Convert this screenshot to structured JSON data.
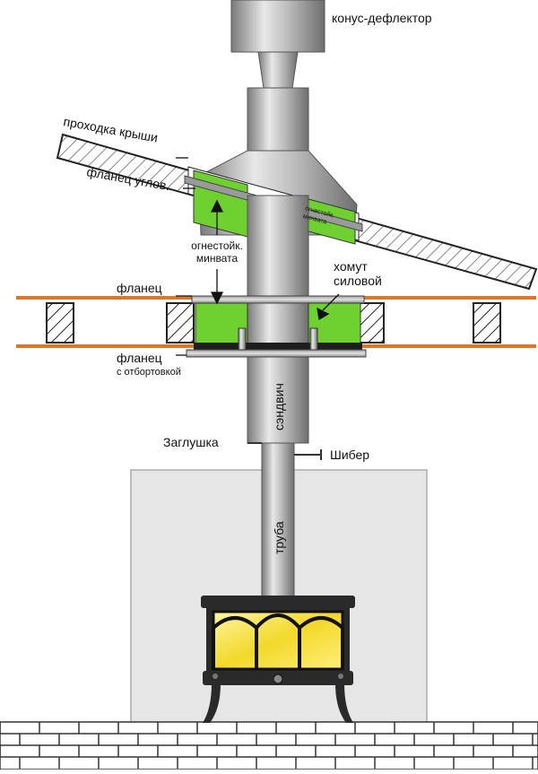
{
  "labels": {
    "cone_deflector": "конус-дефлектор",
    "roof_pass_line1": "проходка",
    "roof_pass_line2": "крыши",
    "angle_flange": "фланец углов.",
    "fire_wool_roof_line1": "огнестойк.",
    "fire_wool_roof_line2": "минвата",
    "fire_wool_line1": "огнестойк.",
    "fire_wool_line2": "минвата",
    "clamp_line1": "хомут",
    "clamp_line2": "силовой",
    "flange": "фланец",
    "flange_rim_line1": "фланец",
    "flange_rim_line2": "с отбортовкой",
    "sandwich": "сэндвич",
    "plug": "Заглушка",
    "damper": "Шибер",
    "pipe": "труба"
  },
  "colors": {
    "steel_light": "#e6e6e6",
    "steel_mid": "#a9a9a9",
    "steel_dark": "#6f6f6f",
    "insulation": "#6fd12f",
    "ceiling_beam": "#d9782a",
    "fire_glow": "#f0e23a",
    "stove_body": "#2a2a2a",
    "wall_screen": "#e4e4e4"
  }
}
